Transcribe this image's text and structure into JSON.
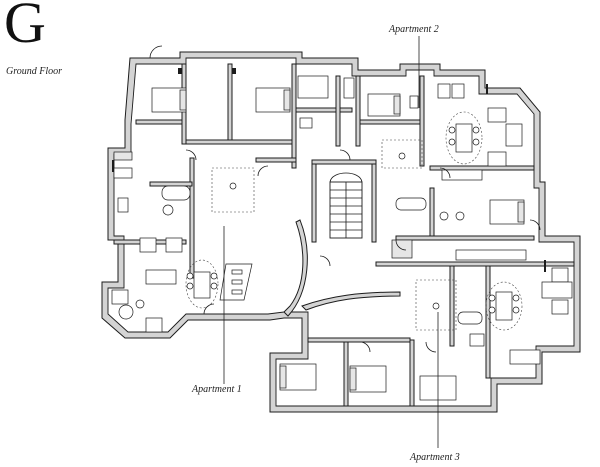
{
  "floor": {
    "letter": "G",
    "name": "Ground Floor"
  },
  "apartments": [
    {
      "label": "Apartment 1"
    },
    {
      "label": "Apartment 2"
    },
    {
      "label": "Apartment 3"
    }
  ]
}
